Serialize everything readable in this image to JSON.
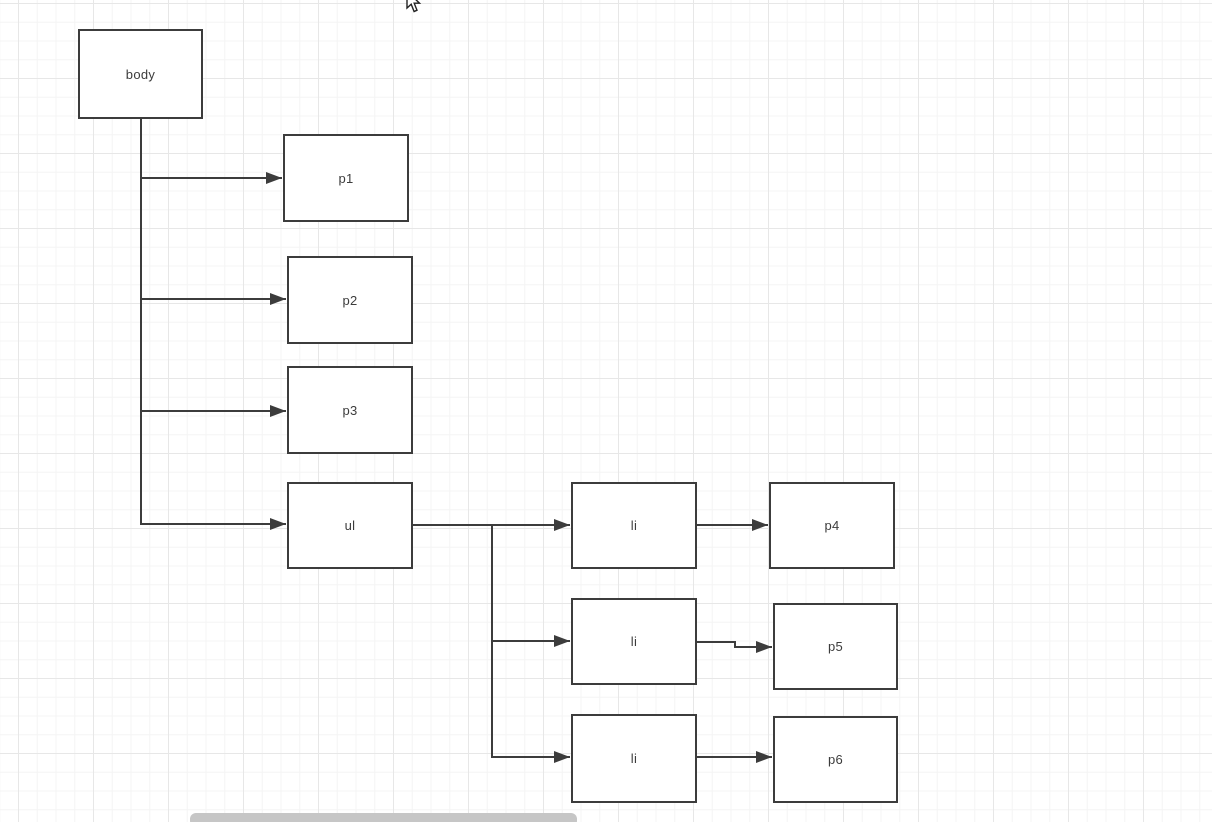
{
  "diagram": {
    "nodes": [
      {
        "id": "body",
        "label": "body"
      },
      {
        "id": "p1",
        "label": "p1"
      },
      {
        "id": "p2",
        "label": "p2"
      },
      {
        "id": "p3",
        "label": "p3"
      },
      {
        "id": "ul",
        "label": "ul"
      },
      {
        "id": "li-1",
        "label": "li"
      },
      {
        "id": "p4",
        "label": "p4"
      },
      {
        "id": "li-2",
        "label": "li"
      },
      {
        "id": "p5",
        "label": "p5"
      },
      {
        "id": "li-3",
        "label": "li"
      },
      {
        "id": "p6",
        "label": "p6"
      }
    ],
    "edges": [
      {
        "from": "body",
        "to": "p1"
      },
      {
        "from": "body",
        "to": "p2"
      },
      {
        "from": "body",
        "to": "p3"
      },
      {
        "from": "body",
        "to": "ul"
      },
      {
        "from": "ul",
        "to": "li-1"
      },
      {
        "from": "ul",
        "to": "li-2"
      },
      {
        "from": "ul",
        "to": "li-3"
      },
      {
        "from": "li-1",
        "to": "p4"
      },
      {
        "from": "li-2",
        "to": "p5"
      },
      {
        "from": "li-3",
        "to": "p6"
      }
    ],
    "colors": {
      "node_border": "#3c3c3c",
      "node_fill": "#ffffff",
      "node_text": "#3c3c3c",
      "connector": "#3c3c3c",
      "grid_minor": "#f4f4f4",
      "grid_major": "#e7e7e7",
      "scrollbar_thumb": "#c6c6c6"
    }
  }
}
